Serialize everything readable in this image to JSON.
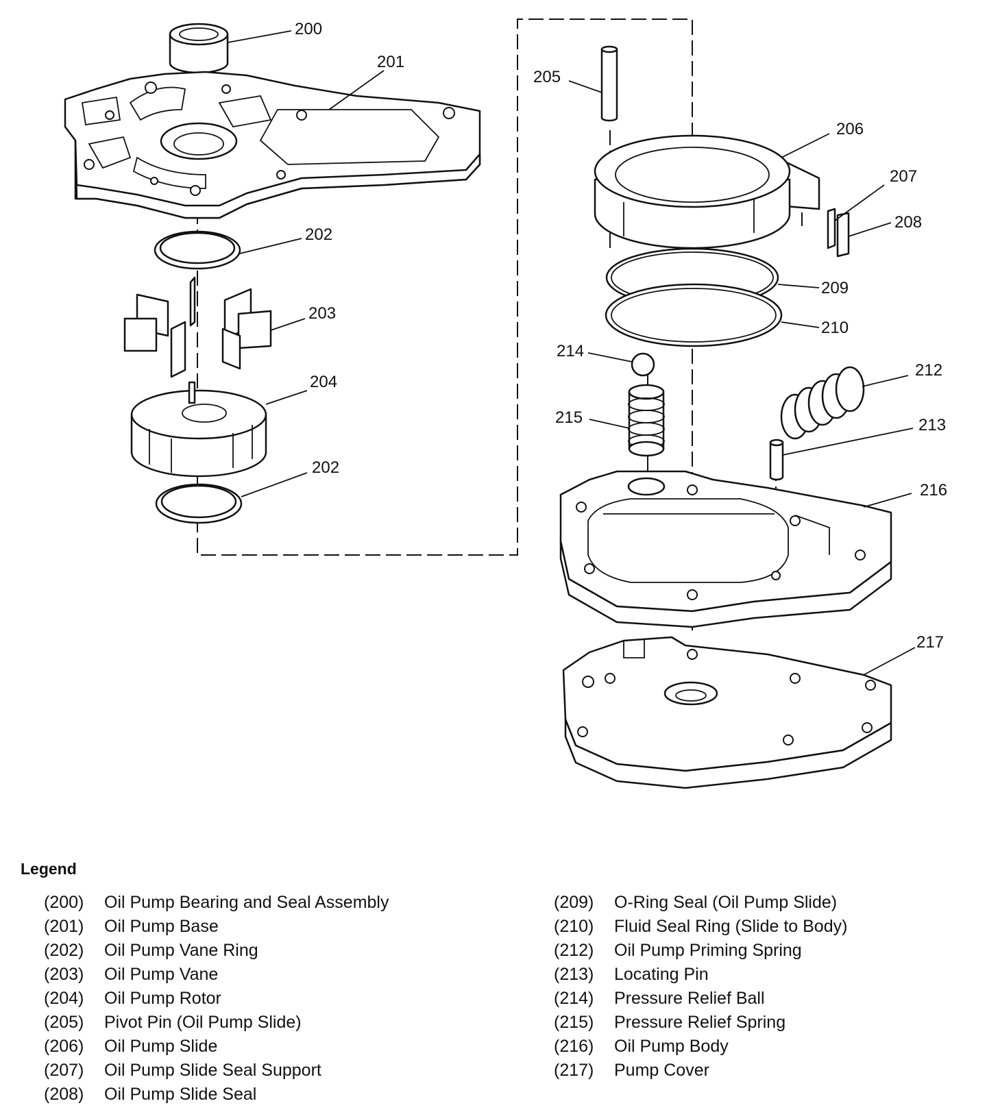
{
  "callouts": {
    "c200": "200",
    "c201": "201",
    "c202a": "202",
    "c203": "203",
    "c204": "204",
    "c202b": "202",
    "c205": "205",
    "c206": "206",
    "c207": "207",
    "c208": "208",
    "c209": "209",
    "c210": "210",
    "c214": "214",
    "c212": "212",
    "c215": "215",
    "c213": "213",
    "c216": "216",
    "c217": "217"
  },
  "legend": {
    "title": "Legend",
    "left": [
      {
        "num": "(200)",
        "label": "Oil Pump Bearing and Seal Assembly"
      },
      {
        "num": "(201)",
        "label": "Oil Pump Base"
      },
      {
        "num": "(202)",
        "label": "Oil Pump Vane Ring"
      },
      {
        "num": "(203)",
        "label": "Oil Pump Vane"
      },
      {
        "num": "(204)",
        "label": "Oil Pump Rotor"
      },
      {
        "num": "(205)",
        "label": "Pivot Pin (Oil Pump Slide)"
      },
      {
        "num": "(206)",
        "label": "Oil Pump Slide"
      },
      {
        "num": "(207)",
        "label": "Oil Pump Slide Seal Support"
      },
      {
        "num": "(208)",
        "label": "Oil Pump Slide Seal"
      }
    ],
    "right": [
      {
        "num": "(209)",
        "label": "O-Ring Seal (Oil Pump Slide)"
      },
      {
        "num": "(210)",
        "label": "Fluid Seal Ring (Slide to Body)"
      },
      {
        "num": "(212)",
        "label": "Oil Pump Priming Spring"
      },
      {
        "num": "(213)",
        "label": "Locating Pin"
      },
      {
        "num": "(214)",
        "label": "Pressure Relief Ball"
      },
      {
        "num": "(215)",
        "label": "Pressure Relief Spring"
      },
      {
        "num": "(216)",
        "label": "Oil Pump Body"
      },
      {
        "num": "(217)",
        "label": "Pump Cover"
      }
    ]
  }
}
